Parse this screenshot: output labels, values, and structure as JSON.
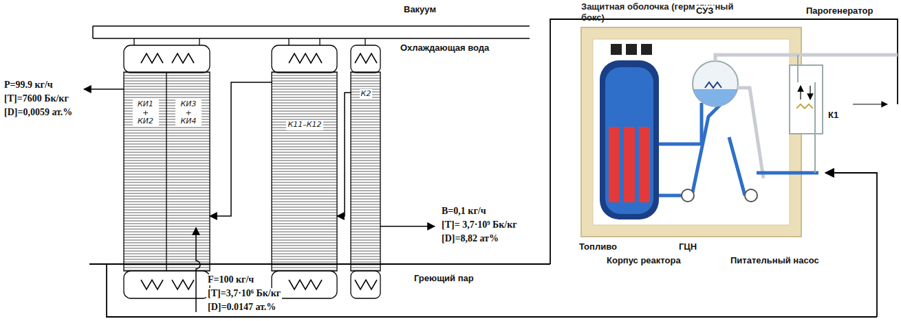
{
  "diagram": {
    "nodes": [
      {
        "text": [
          "КИ1 + КИ2"
        ]
      },
      {
        "text": [
          "КИ3 + КИ4"
        ]
      },
      {
        "text": [
          "К11–К12"
        ]
      },
      {
        "text": [
          "К2"
        ]
      },
      {
        "text": [
          "Защитная оболочка (герметичный бокс)"
        ]
      }
    ],
    "edges": [
      {
        "from": 2,
        "to": 1,
        "arrow": "to"
      },
      {
        "from": 3,
        "to": 2,
        "arrow": "to"
      }
    ],
    "labels": [
      "Вакуум",
      "Охлаждающая вода",
      "Греющий пар",
      "P=99.9 кг/ч",
      "[T]=7600 Бк/кг",
      "[D]=0,0059 ат.%",
      "B=0,1 кг/ч",
      "[T]= 3,7·10⁹ Бк/кг",
      "[D]=8,82 ат%",
      "F=100 кг/ч",
      "[T]=3,7·10⁶ Бк/кг",
      "[D]=0.0147 ат.%",
      "СУЗ",
      "Парогенератор",
      "К1",
      "Топливо",
      "ГЦН",
      "Корпус реактора",
      "Питательный насос"
    ]
  }
}
